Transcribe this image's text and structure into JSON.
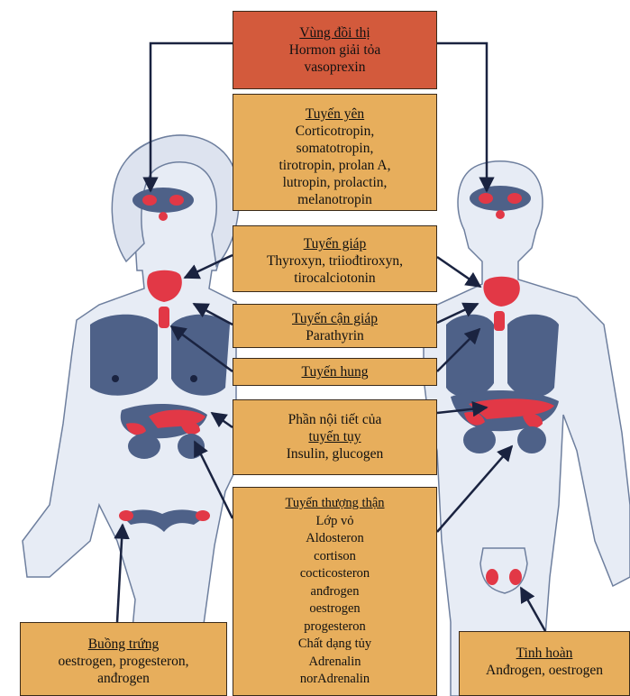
{
  "colors": {
    "box_fill": "#e7ae5c",
    "hypothalamus_fill": "#d35a3c",
    "organ_fill": "#4e6188",
    "gland_fill": "#e23846",
    "body_fill": "#e7ecf5"
  },
  "hypothalamus": {
    "title": "Vùng đồi thị",
    "lines": [
      "Hormon giải tỏa",
      "vasoprexin"
    ]
  },
  "pituitary": {
    "title": "Tuyến yên",
    "lines": [
      "Corticotropin,",
      "somatotropin,",
      "tirotropin, prolan A,",
      "lutropin, prolactin,",
      "melanotropin"
    ]
  },
  "thyroid": {
    "title": "Tuyến giáp",
    "lines": [
      "Thyroxyn, triiođtiroxyn,",
      "tirocalciotonin"
    ]
  },
  "parathyroid": {
    "title": "Tuyến cận giáp",
    "lines": [
      "Parathyrin"
    ]
  },
  "thymus": {
    "title": "Tuyến hung"
  },
  "pancreas": {
    "line1": "Phần nội tiết của",
    "title": "tuyến tụy",
    "lines": [
      "Insulin, glucogen"
    ]
  },
  "adrenal": {
    "title": "Tuyến thượng thận",
    "lines": [
      "Lớp vỏ",
      "Aldosteron",
      "cortison",
      "cocticosteron",
      "anđrogen",
      "oestrogen",
      "progesteron",
      "Chất dạng tủy",
      "Adrenalin",
      "norAdrenalin"
    ]
  },
  "ovary": {
    "title": "Buồng trứng",
    "lines": [
      "oestrogen, progesteron,",
      "anđrogen"
    ]
  },
  "testis": {
    "title": "Tinh hoàn",
    "lines": [
      "Anđrogen, oestrogen"
    ]
  }
}
